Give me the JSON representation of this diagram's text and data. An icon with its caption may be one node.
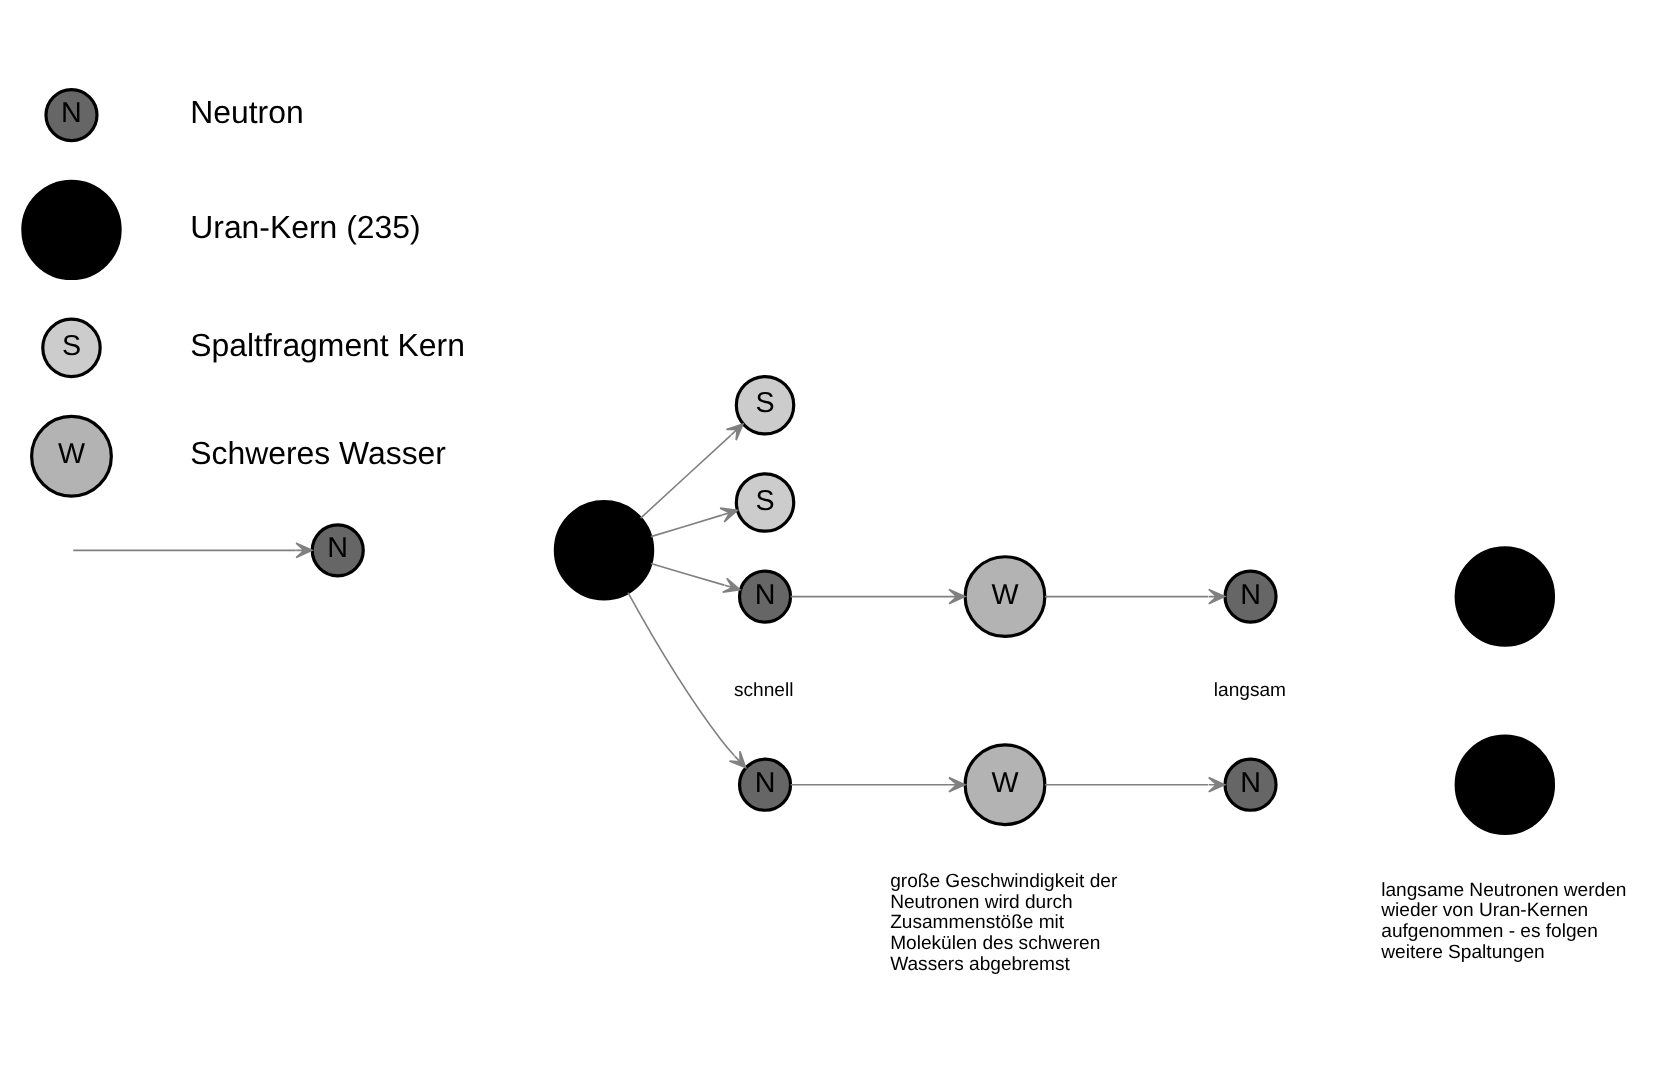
{
  "diagram": {
    "nodes": [
      {
        "text": [
          "N"
        ]
      },
      {
        "text": [],
        "shape": "circle"
      },
      {
        "text": [
          "S"
        ]
      },
      {
        "text": [
          "S"
        ]
      },
      {
        "text": [
          "N"
        ],
        "beside": [
          "schnell"
        ]
      },
      {
        "text": [
          "N"
        ]
      },
      {
        "text": [
          "W"
        ]
      },
      {
        "text": [
          "W"
        ],
        "beside": [
          "große Geschwindigkeit der Neutronen wird durch Zusammenstöße mit Molekülen des schweren Wassers abgebremst"
        ]
      },
      {
        "text": [
          "N"
        ],
        "beside": [
          "langsam"
        ]
      },
      {
        "text": [],
        "shape": "circle"
      },
      {
        "text": [
          "N"
        ]
      },
      {
        "text": [],
        "shape": "circle",
        "beside": [
          "langsame Neutronen werden wieder von Uran-Kernen aufgenommen - es folgen weitere Spaltungen"
        ]
      },
      {
        "text": [
          "N"
        ],
        "beside": [
          "Neutron"
        ]
      },
      {
        "text": [],
        "shape": "circle",
        "beside": [
          "Uran-Kern (235)"
        ]
      },
      {
        "text": [
          "S"
        ],
        "beside": [
          "Spaltfragment Kern"
        ]
      },
      {
        "text": [
          "W"
        ],
        "beside": [
          "Schweres Wasser"
        ]
      }
    ],
    "edges": [
      {
        "from": null,
        "to": 0,
        "arrow": "to"
      },
      {
        "from": 1,
        "to": 2,
        "arrow": "to"
      },
      {
        "from": 1,
        "to": 3,
        "arrow": "to"
      },
      {
        "from": 1,
        "to": 4,
        "arrow": "to"
      },
      {
        "from": 1,
        "to": 5,
        "arrow": "to"
      },
      {
        "from": 4,
        "to": 6,
        "arrow": "to"
      },
      {
        "from": 6,
        "to": 8,
        "arrow": "to"
      },
      {
        "from": 5,
        "to": 7,
        "arrow": "to"
      },
      {
        "from": 7,
        "to": 10,
        "arrow": "to"
      }
    ]
  }
}
